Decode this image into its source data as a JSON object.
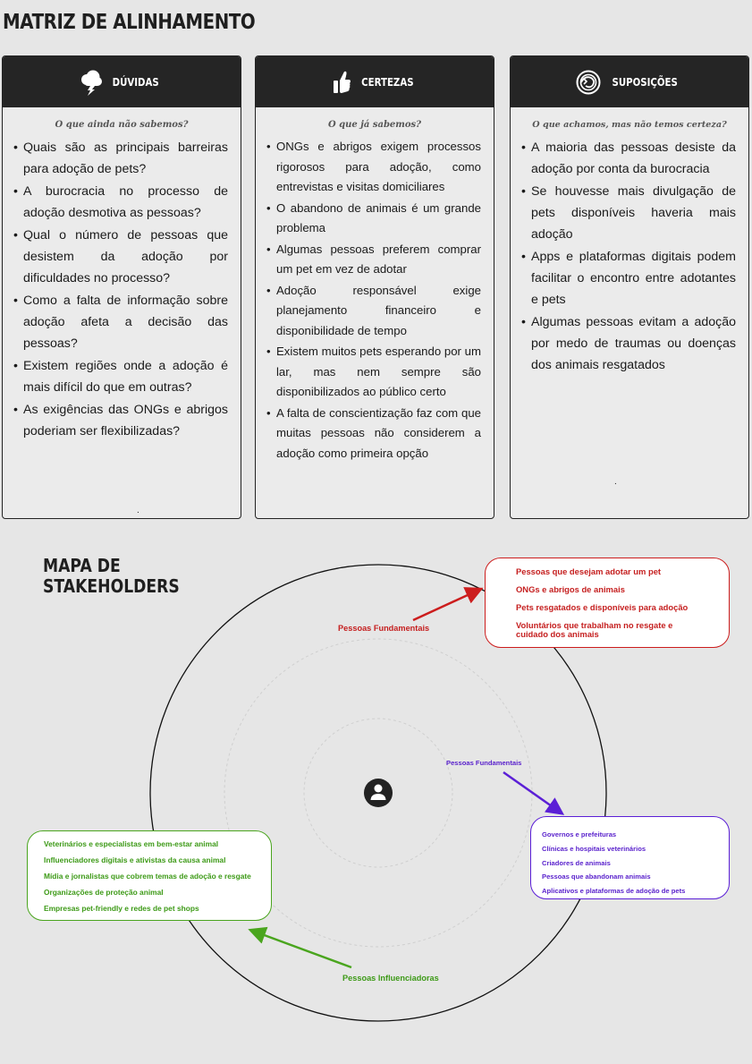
{
  "page": {
    "title": "MATRIZ DE ALINHAMENTO"
  },
  "cards": [
    {
      "label": "DÚVIDAS",
      "icon": "storm-cloud-icon",
      "subtitle": "O que ainda não sabemos?",
      "items": [
        "Quais são as principais barreiras para adoção de pets?",
        "A burocracia no processo de adoção desmotiva as pessoas?",
        "Qual o número de pessoas que desistem da adoção por dificuldades no processo?",
        "Como a falta de informação sobre adoção afeta a decisão das pessoas?",
        "Existem regiões onde a adoção é mais difícil do que em outras?",
        "As exigências das ONGs e abrigos poderiam ser flexibilizadas?"
      ]
    },
    {
      "label": "CERTEZAS",
      "icon": "thumbs-up-icon",
      "subtitle": "O que já sabemos?",
      "items": [
        "ONGs e abrigos exigem processos rigorosos para adoção, como entrevistas e visitas domiciliares",
        "O abandono de animais  é um grande problema",
        "Algumas pessoas preferem comprar um pet em vez de adotar",
        "Adoção responsável exige planejamento financeiro e disponibilidade de tempo",
        "Existem muitos pets esperando por um lar, mas nem sempre são disponibilizados ao público certo",
        "A falta de conscientização faz com que muitas pessoas não considerem a adoção como primeira opção"
      ]
    },
    {
      "label": "SUPOSIÇÕES",
      "icon": "swirl-circle-icon",
      "subtitle": "O que achamos, mas não temos certeza?",
      "items": [
        "A maioria das pessoas desiste da adoção por conta da burocracia",
        "Se houvesse mais divulgação de pets disponíveis haveria mais adoção",
        "Apps e plataformas digitais podem facilitar o encontro entre adotantes e pets",
        "Algumas pessoas evitam a adoção por medo de traumas ou doenças dos animais resgatados"
      ]
    }
  ],
  "card_dots": [
    ".",
    "",
    "."
  ],
  "map": {
    "title_line1": "MAPA DE",
    "title_line2": "STAKEHOLDERS",
    "center_icon": "user-icon",
    "groups": {
      "red": {
        "label": "Pessoas Fundamentais",
        "color": "#c51f1f",
        "items": [
          "Pessoas que desejam adotar um pet",
          "ONGs e abrigos de animais",
          "Pets resgatados e disponíveis para adoção",
          "Voluntários que trabalham no resgate e",
          "cuidado dos animais"
        ]
      },
      "purple": {
        "label": "Pessoas Fundamentais",
        "color": "#5a22cc",
        "items": [
          "Governos e prefeituras",
          "Clínicas e hospitais veterinários",
          "Criadores de animais",
          "Pessoas que abandonam animais",
          "Aplicativos e plataformas de adoção de pets"
        ]
      },
      "green": {
        "label": "Pessoas Influenciadoras",
        "color": "#3d9a17",
        "items": [
          "Veterinários e especialistas em bem-estar animal",
          "Influenciadores digitais e ativistas da causa animal",
          "Mídia e jornalistas que cobrem temas de adoção e resgate",
          "Organizações de proteção animal",
          "Empresas pet-friendly e redes de pet shops"
        ]
      }
    }
  }
}
